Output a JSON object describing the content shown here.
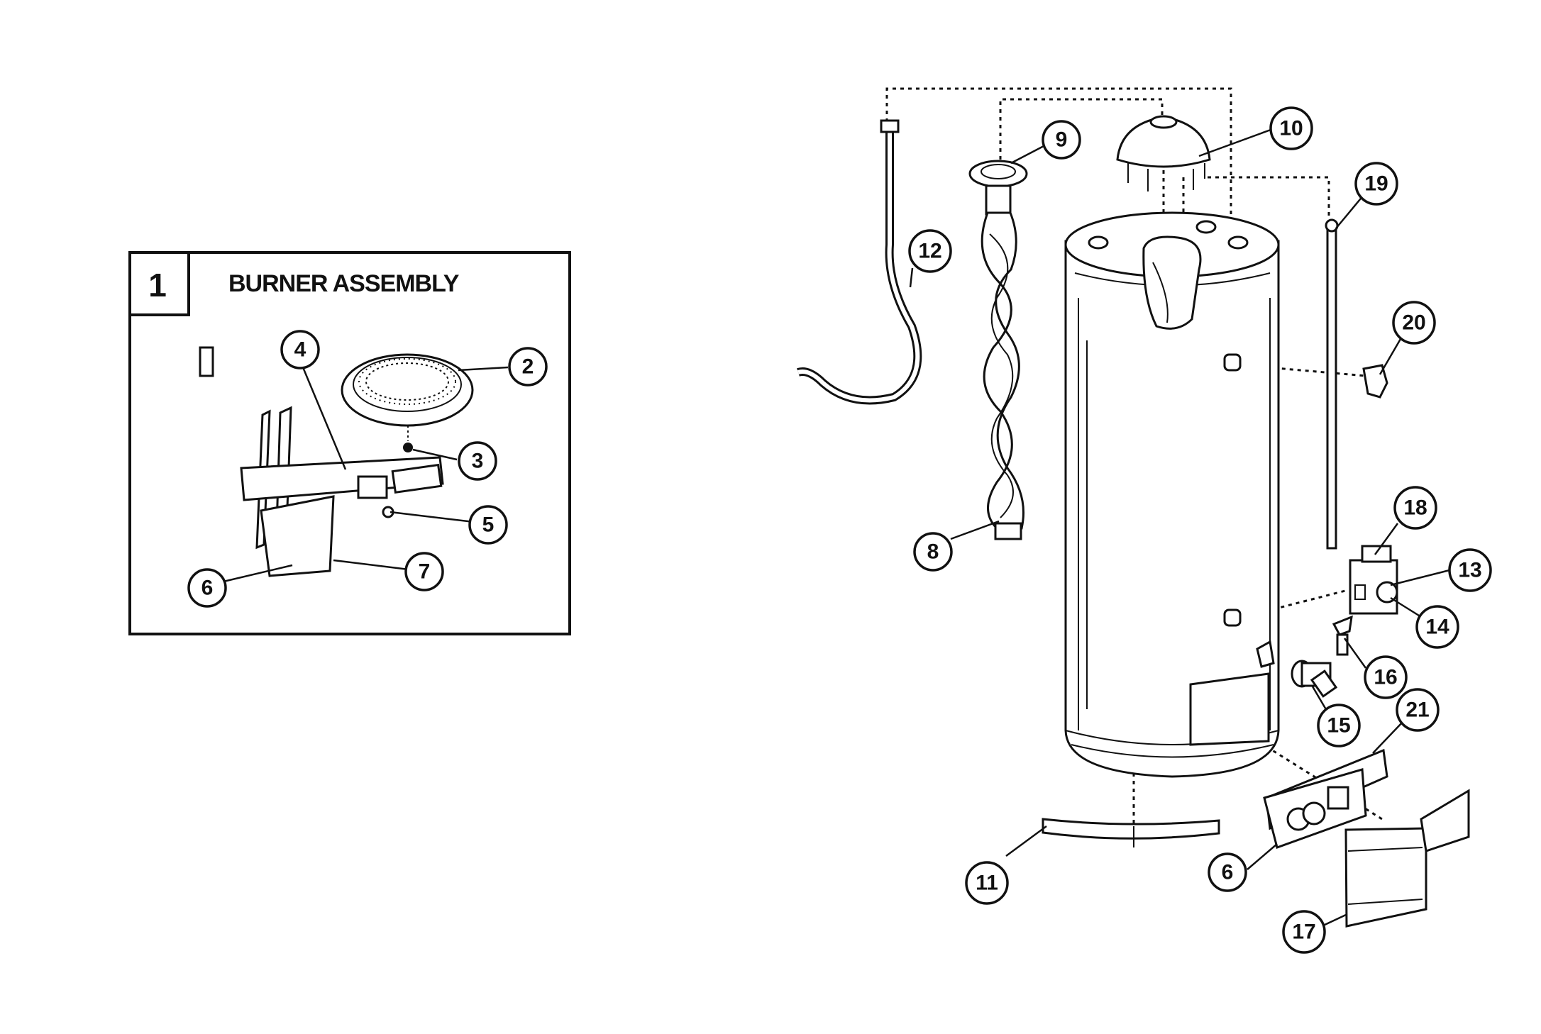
{
  "inset": {
    "number": "1",
    "title": "BURNER ASSEMBLY"
  },
  "callouts": {
    "c2": "2",
    "c3": "3",
    "c4": "4",
    "c5": "5",
    "c6a": "6",
    "c7": "7",
    "c6b": "6",
    "c8": "8",
    "c9": "9",
    "c10": "10",
    "c11": "11",
    "c12": "12",
    "c13": "13",
    "c14": "14",
    "c15": "15",
    "c16": "16",
    "c17": "17",
    "c18": "18",
    "c19": "19",
    "c20": "20",
    "c21": "21"
  }
}
